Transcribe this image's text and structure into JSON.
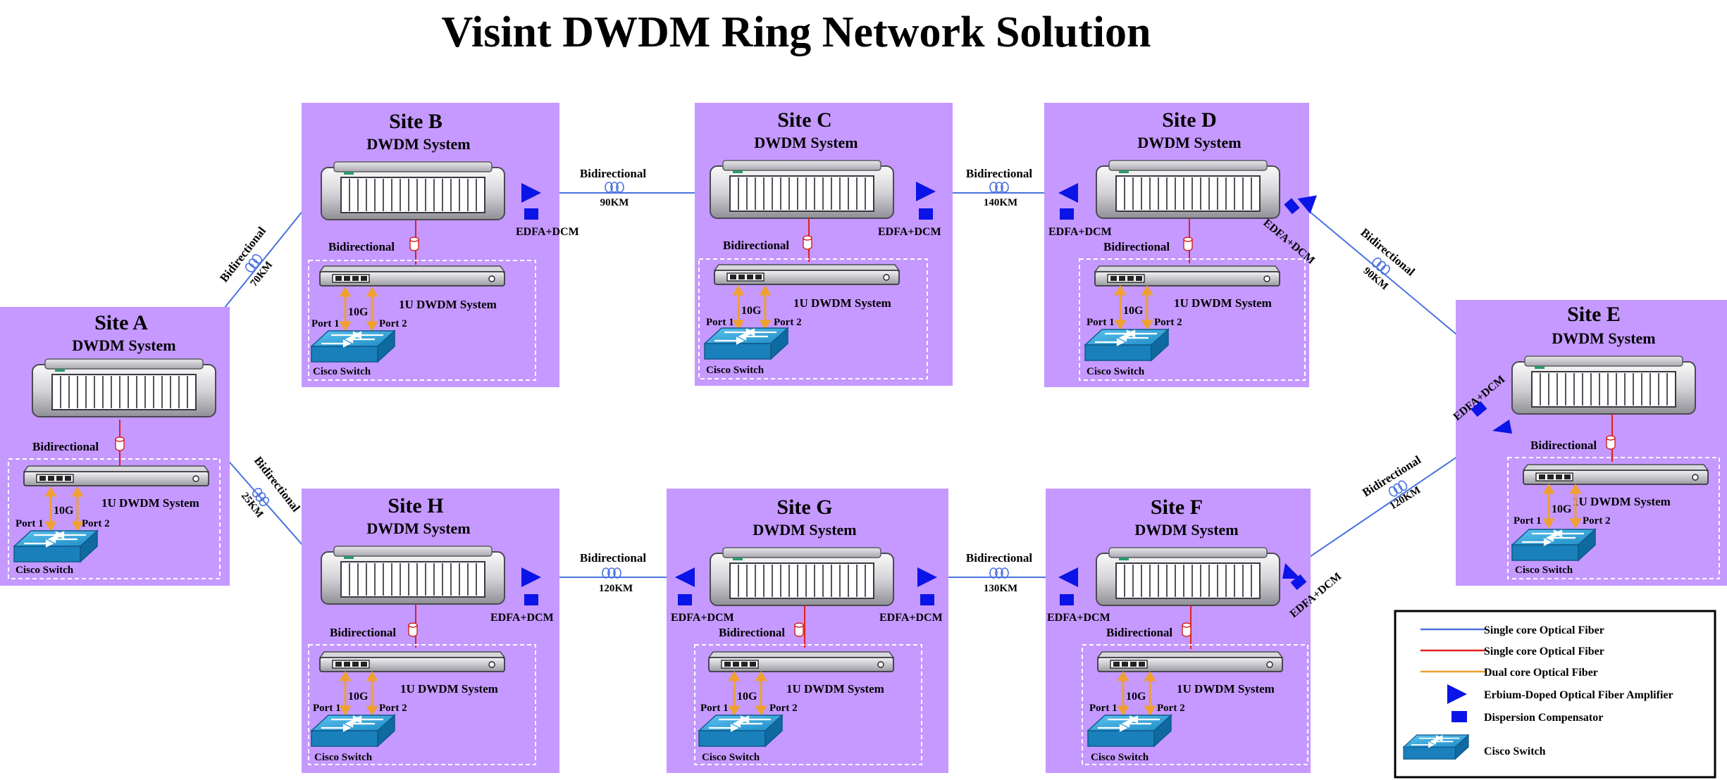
{
  "title": "Visint DWDM Ring Network Solution",
  "colors": {
    "site_bg": "#C599FF",
    "single_core_blue": "#4A72E0",
    "single_core_red": "#E02020",
    "dual_core_orange": "#F0A030",
    "amplifier_blue": "#0A14E6",
    "compensator_blue": "#0A14E6",
    "switch_blue": "#1E8CC8"
  },
  "icons": {
    "dwdm_chassis": "dwdm-chassis-icon",
    "one_u_device": "1u-device-icon",
    "switch": "cisco-switch-icon",
    "amplifier": "amplifier-triangle-icon",
    "compensator": "compensator-square-icon",
    "fiber_coil": "fiber-coil-icon"
  },
  "common": {
    "dwdm_label": "DWDM System",
    "one_u_label": "1U DWDM System",
    "bidir_label": "Bidirectional",
    "port1": "Port 1",
    "port2": "Port 2",
    "speed": "10G",
    "switch_label": "Cisco Switch",
    "edfa_label": "EDFA+DCM"
  },
  "sites": [
    {
      "id": "a",
      "name": "Site A"
    },
    {
      "id": "b",
      "name": "Site B"
    },
    {
      "id": "c",
      "name": "Site C"
    },
    {
      "id": "d",
      "name": "Site D"
    },
    {
      "id": "e",
      "name": "Site E"
    },
    {
      "id": "f",
      "name": "Site F"
    },
    {
      "id": "g",
      "name": "Site G"
    },
    {
      "id": "h",
      "name": "Site H"
    }
  ],
  "links": [
    {
      "id": "ab",
      "type": "Bidirectional",
      "distance": "70KM"
    },
    {
      "id": "bc",
      "type": "Bidirectional",
      "distance": "90KM"
    },
    {
      "id": "cd",
      "type": "Bidirectional",
      "distance": "140KM"
    },
    {
      "id": "de",
      "type": "Bidirectional",
      "distance": "90KM"
    },
    {
      "id": "ef",
      "type": "Bidirectional",
      "distance": "120KM"
    },
    {
      "id": "fg",
      "type": "Bidirectional",
      "distance": "130KM"
    },
    {
      "id": "gh",
      "type": "Bidirectional",
      "distance": "120KM"
    },
    {
      "id": "ha",
      "type": "Bidirectional",
      "distance": "25KM"
    }
  ],
  "legend": [
    {
      "label": "Single core Optical Fiber",
      "icon": "blue-line-icon"
    },
    {
      "label": "Single core Optical Fiber",
      "icon": "red-line-icon"
    },
    {
      "label": "Dual core Optical Fiber",
      "icon": "orange-line-icon"
    },
    {
      "label": "Erbium-Doped Optical Fiber Amplifier",
      "icon": "amplifier-triangle-icon"
    },
    {
      "label": "Dispersion Compensator",
      "icon": "compensator-square-icon"
    },
    {
      "label": "Cisco Switch",
      "icon": "cisco-switch-icon"
    }
  ]
}
